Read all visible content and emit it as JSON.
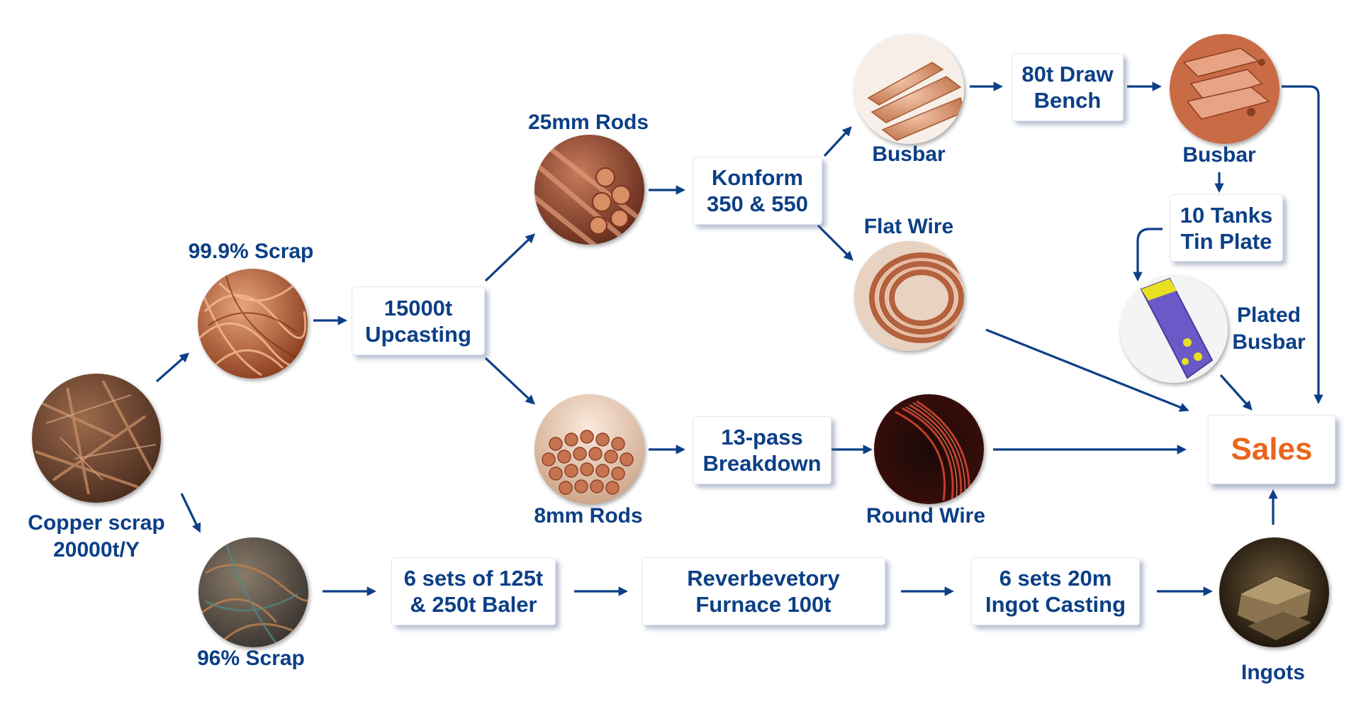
{
  "nodes": {
    "copper_scrap": {
      "line1": "Copper scrap",
      "line2": "20000t/Y"
    },
    "scrap_999": "99.9% Scrap",
    "scrap_96": "96% Scrap",
    "upcasting": {
      "line1": "15000t",
      "line2": "Upcasting"
    },
    "rods_25": "25mm Rods",
    "rods_8": "8mm Rods",
    "konform": {
      "line1": "Konform",
      "line2": "350 & 550"
    },
    "breakdown": {
      "line1": "13-pass",
      "line2": "Breakdown"
    },
    "busbar_1": "Busbar",
    "flat_wire": "Flat Wire",
    "round_wire": "Round Wire",
    "draw_bench": {
      "line1": "80t Draw",
      "line2": "Bench"
    },
    "busbar_2": "Busbar",
    "tin_plate": {
      "line1": "10 Tanks",
      "line2": "Tin Plate"
    },
    "plated_busbar": {
      "line1": "Plated",
      "line2": "Busbar"
    },
    "sales": "Sales",
    "baler": {
      "line1": "6 sets of 125t",
      "line2": "& 250t Baler"
    },
    "furnace": {
      "line1": "Reverbevetory",
      "line2": "Furnace 100t"
    },
    "ingot_casting": {
      "line1": "6 sets 20m",
      "line2": "Ingot Casting"
    },
    "ingots": "Ingots"
  },
  "colors": {
    "text": "#0c3f86",
    "arrow": "#0c3f86",
    "sales_accent": "#e9661a",
    "copper": "#b8653e"
  }
}
